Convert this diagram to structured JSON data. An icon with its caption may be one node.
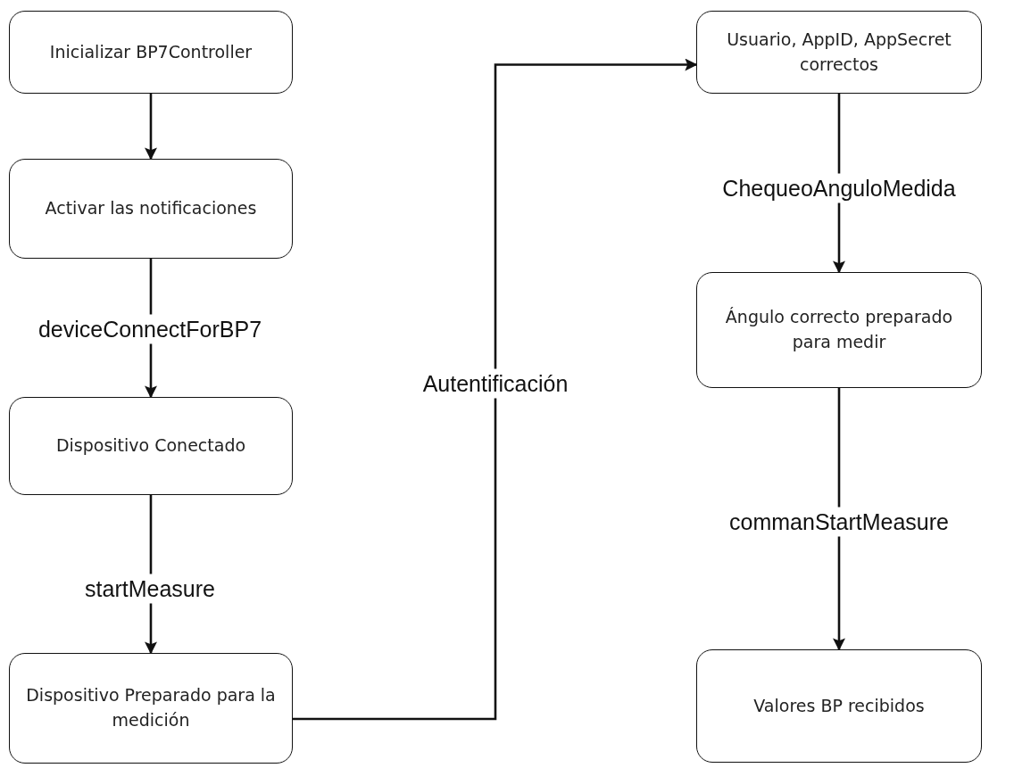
{
  "diagram": {
    "nodes": [
      {
        "text": [
          "Inicializar BP7Controller"
        ]
      },
      {
        "text": [
          "Activar las notificaciones"
        ]
      },
      {
        "text": [
          "Dispositivo Conectado"
        ]
      },
      {
        "text": [
          "Dispositivo Preparado para la medición"
        ]
      },
      {
        "text": [
          "Usuario, AppID, AppSecret correctos"
        ]
      },
      {
        "text": [
          "Ángulo correcto preparado para medir"
        ]
      },
      {
        "text": [
          "Valores BP recibidos"
        ]
      }
    ],
    "edges": [
      {
        "from": 0,
        "to": 1,
        "arrow": "to"
      },
      {
        "from": 1,
        "to": 2,
        "arrow": "to",
        "label": "deviceConnectForBP7"
      },
      {
        "from": 2,
        "to": 3,
        "arrow": "to",
        "label": "startMeasure"
      },
      {
        "from": 3,
        "to": 4,
        "arrow": "to",
        "label": "Autentificación"
      },
      {
        "from": 4,
        "to": 5,
        "arrow": "to",
        "label": "ChequeoAnguloMedida"
      },
      {
        "from": 5,
        "to": 6,
        "arrow": "to",
        "label": "commanStartMeasure"
      }
    ]
  }
}
